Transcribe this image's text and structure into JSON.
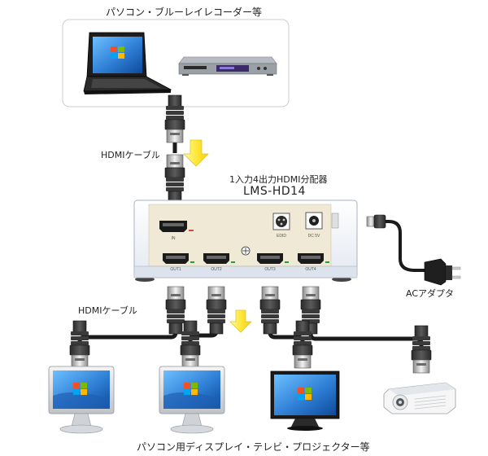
{
  "labels": {
    "source_caption": "パソコン・ブルーレイレコーダー等",
    "cable_top": "HDMIケーブル",
    "device_subtitle": "1入力4出力HDMI分配器",
    "device_model": "LMS-HD14",
    "cable_bottom": "HDMIケーブル",
    "ac_adapter": "ACアダプタ",
    "destination_caption": "パソコン用ディスプレイ・テレビ・プロジェクター等"
  },
  "ports": {
    "in": "IN",
    "edid": "EDID",
    "dc_in": "DC  5V",
    "out1": "OUT1",
    "out2": "OUT2",
    "out3": "OUT3",
    "out4": "OUT4"
  },
  "colors": {
    "arrow": "#ffe83a",
    "device_body": "#f2f5fb",
    "panel": "#efe9d6",
    "port": "#1a1a1a",
    "cable": "#1b1b1b",
    "screen": "#3a86d6",
    "source_frame": "#cccccc"
  }
}
